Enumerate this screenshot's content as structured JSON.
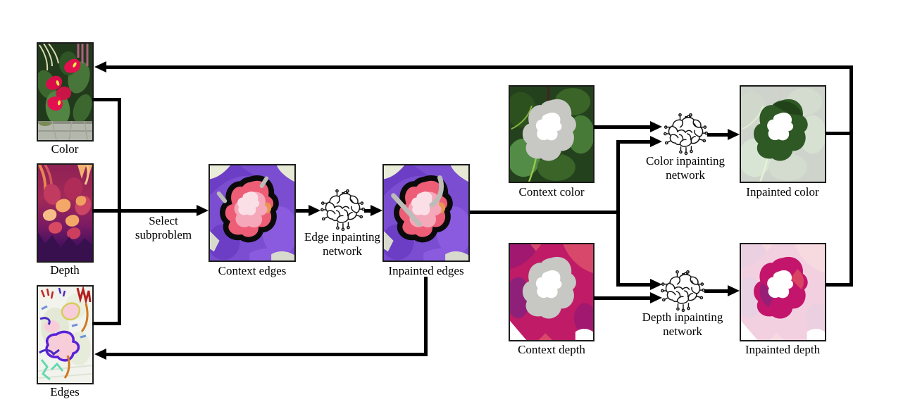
{
  "diagram": {
    "inputs": [
      {
        "label": "Color"
      },
      {
        "label": "Depth"
      },
      {
        "label": "Edges"
      }
    ],
    "select": {
      "line1": "Select",
      "line2": "subproblem"
    },
    "stages": {
      "edge": {
        "context_label": "Context edges",
        "network": {
          "line1": "Edge inpainting",
          "line2": "network"
        },
        "inpainted_label": "Inpainted edges"
      },
      "color": {
        "context_label": "Context color",
        "network": {
          "line1": "Color inpainting",
          "line2": "network"
        },
        "inpainted_label": "Inpainted color"
      },
      "depth": {
        "context_label": "Context depth",
        "network": {
          "line1": "Depth inpainting",
          "line2": "network"
        },
        "inpainted_label": "Inpainted depth"
      }
    },
    "colors": {
      "connector": "#000000",
      "text": "#000000",
      "image_border": "#1c1c1c",
      "edge_map_purple": "#7a4dd1",
      "edge_map_rose": "#ed5d76",
      "depth_map_magenta": "#c01b67",
      "mask_gray": "#c7c7c4",
      "inpainted_green": "#2e5824",
      "inpainted_magenta": "#c3156c"
    }
  }
}
